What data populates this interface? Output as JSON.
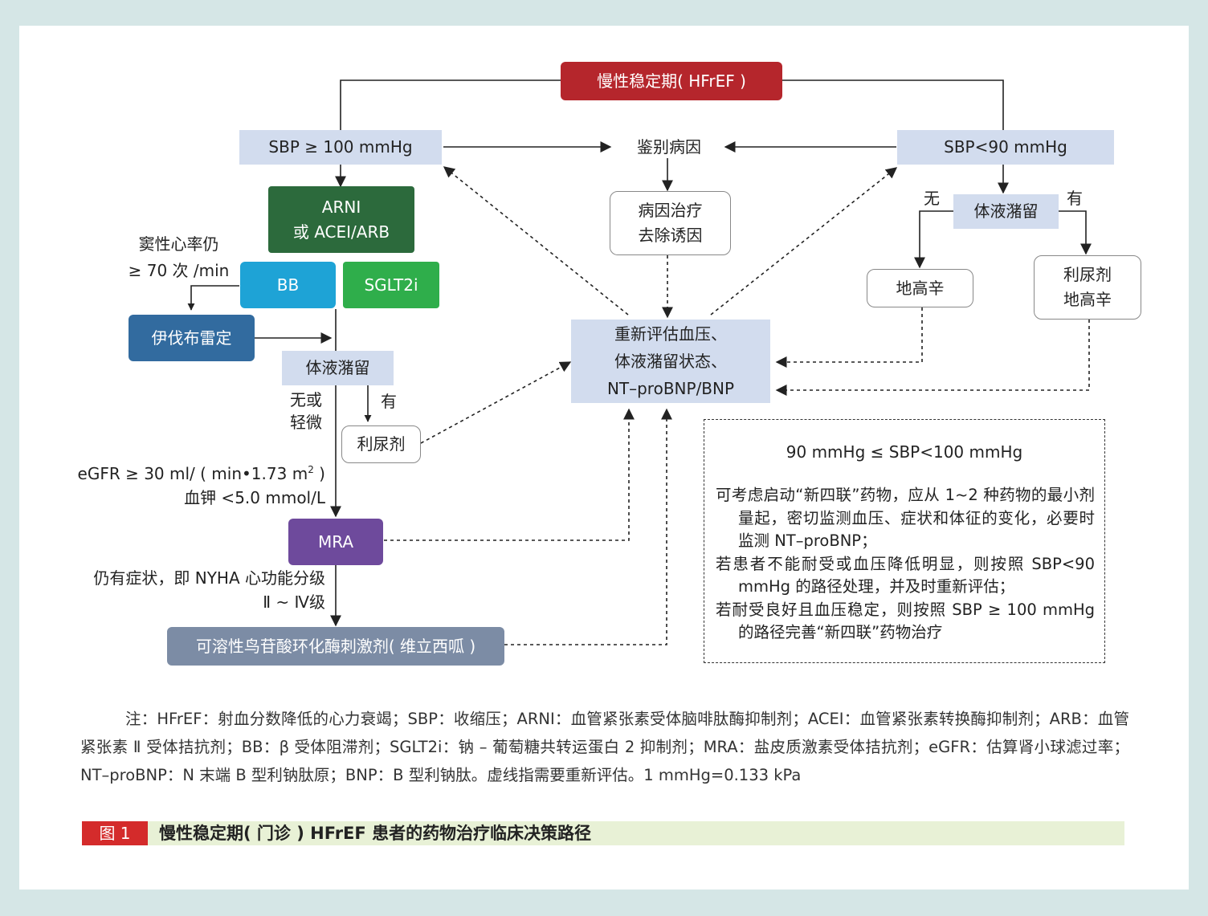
{
  "nodes": {
    "top": "慢性稳定期( HFrEF )",
    "sbp_high": "SBP ≥ 100 mmHg",
    "identify": "鉴别病因",
    "sbp_low": "SBP<90 mmHg",
    "arni_1": "ARNI",
    "arni_2": "或 ACEI/ARB",
    "etio_1": "病因治疗",
    "etio_2": "去除诱因",
    "fluid_right": "体液潴留",
    "bb": "BB",
    "sglt2i": "SGLT2i",
    "ivabradine": "伊伐布雷定",
    "digoxin": "地高辛",
    "diuretic_right_1": "利尿剂",
    "diuretic_right_2": "地高辛",
    "reassess_1": "重新评估血压、",
    "reassess_2": "体液潴留状态、",
    "reassess_3": "NT–proBNP/BNP",
    "fluid_left": "体液潴留",
    "diuretic_left": "利尿剂",
    "mra": "MRA",
    "sgc": "可溶性鸟苷酸环化酶刺激剂( 维立西呱 )"
  },
  "labels": {
    "hr_1": "窦性心率仍",
    "hr_2": "≥ 70 次 /min",
    "no": "无",
    "yes": "有",
    "left_no_1": "无或",
    "left_no_2": "轻微",
    "left_yes": "有",
    "egfr_pre": "eGFR ≥ 30 ml/ ( min•1.73 m",
    "egfr_sup": "2",
    "egfr_post": " )",
    "k": "血钾 <5.0 mmol/L",
    "nyha_1": "仍有症状，即 NYHA 心功能分级",
    "nyha_2": "Ⅱ ~ Ⅳ级"
  },
  "dashed_box": {
    "title": "90 mmHg ≤ SBP<100  mmHg",
    "items": [
      "可考虑启动“新四联”药物，应从 1~2 种药物的最小剂量起，密切监测血压、症状和体征的变化，必要时监测 NT–proBNP；",
      "若患者不能耐受或血压降低明显，则按照 SBP<90 mmHg 的路径处理，并及时重新评估；",
      "若耐受良好且血压稳定，则按照 SBP ≥ 100 mmHg 的路径完善“新四联”药物治疗"
    ]
  },
  "note": "注：HFrEF：射血分数降低的心力衰竭；SBP：收缩压；ARNI：血管紧张素受体脑啡肽酶抑制剂；ACEI：血管紧张素转换酶抑制剂；ARB：血管紧张素 Ⅱ 受体拮抗剂；BB：β 受体阻滞剂；SGLT2i：钠 – 葡萄糖共转运蛋白 2 抑制剂；MRA：盐皮质激素受体拮抗剂；eGFR：估算肾小球滤过率；NT–proBNP：N 末端 B 型利钠肽原；BNP：B 型利钠肽。虚线指需要重新评估。1 mmHg=0.133 kPa",
  "caption": {
    "number": "图 1",
    "title": "慢性稳定期( 门诊 ) HFrEF 患者的药物治疗临床决策路径"
  },
  "colors": {
    "red": "#b5262c",
    "light_blue": "#d2dcee",
    "dark_green": "#2c6a3c",
    "cyan": "#1ea3d6",
    "green": "#2fae4b",
    "navy": "#326b9f",
    "purple": "#6e4a9c",
    "slate": "#7c8ca5",
    "frame": "#d5e6e6"
  }
}
